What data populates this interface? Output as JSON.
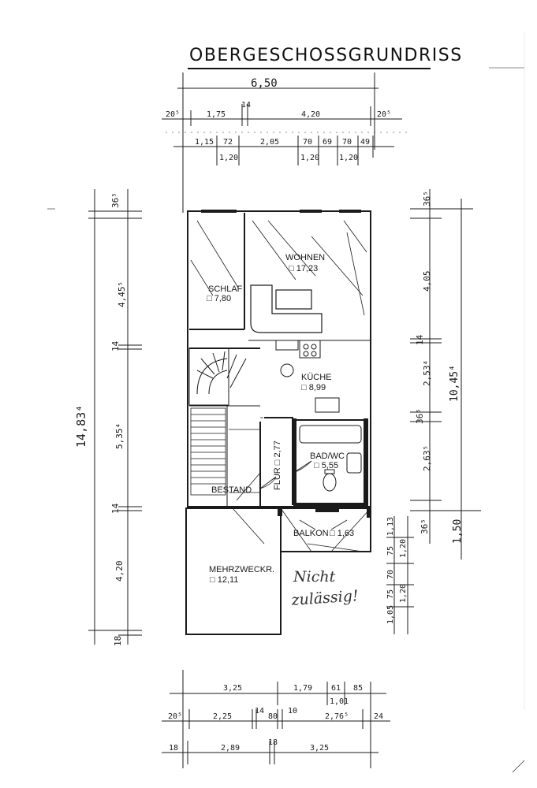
{
  "title": "OBERGESCHOSSGRUNDRISS",
  "rooms": {
    "wohnen": {
      "name": "WOHNEN",
      "area": "□ 17,23"
    },
    "schlaf": {
      "name": "SCHLAF",
      "area": "□ 7,80"
    },
    "kueche": {
      "name": "KÜCHE",
      "area": "□ 8,99"
    },
    "bad": {
      "name": "BAD/WC",
      "area": "□ 5,55"
    },
    "flur": {
      "name": "FLUR □ 2,77"
    },
    "bestand": {
      "name": "BESTAND"
    },
    "balkon": {
      "name": "BALKON",
      "area": "□ 1,63"
    },
    "mehrzweck": {
      "name": "MEHRZWECKR.",
      "area": "□ 12,11"
    }
  },
  "annotation": {
    "line1": "Nicht",
    "line2": "zulässig!"
  },
  "top_dims": {
    "total": "6,50",
    "row1": [
      "20⁵",
      "1,75",
      "14",
      "4,20",
      "20⁵"
    ],
    "row2": [
      "1,15",
      "72",
      "2,05",
      "70",
      "69",
      "70",
      "49"
    ],
    "row2_sub": [
      "1,20",
      "1,20",
      "1,20"
    ]
  },
  "left_dims": {
    "total": "14,83⁴",
    "segments": [
      "36⁵",
      "4,45⁵",
      "14",
      "5,35⁴",
      "14",
      "4,20",
      "18"
    ]
  },
  "right_dims": {
    "total_a": "10,45⁴",
    "total_b": "1,50",
    "segments": [
      "36⁵",
      "4,05",
      "14",
      "2,53⁴",
      "36⁵",
      "2,63⁵",
      "36⁵"
    ],
    "small": [
      "1,13",
      "75",
      "1,20",
      "70",
      "75",
      "1,20",
      "1,05"
    ]
  },
  "bottom_dims": {
    "row1": [
      "3,25",
      "1,79",
      "61",
      "85"
    ],
    "row1_sub": "1,01",
    "row2": [
      "20⁵",
      "2,25",
      "14",
      "80",
      "10",
      "2,76⁵",
      "24"
    ],
    "row3": [
      "18",
      "2,89",
      "18",
      "3,25"
    ]
  }
}
